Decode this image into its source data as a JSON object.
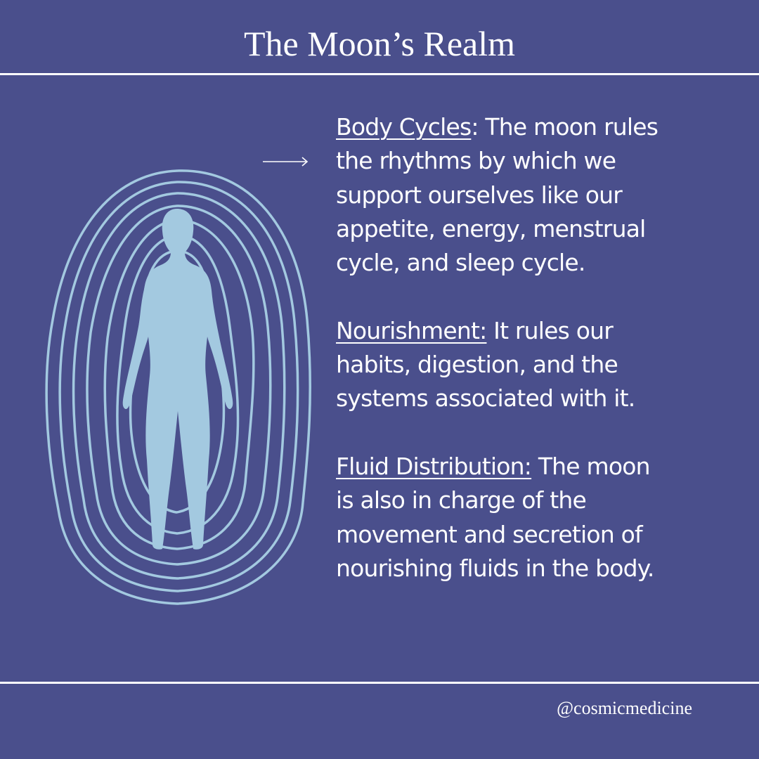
{
  "header": {
    "title": "The Moon’s Realm"
  },
  "sections": [
    {
      "heading": "Body Cycles",
      "text": ": The moon rules the rhythms by which we support ourselves like our appetite, energy, menstrual cycle, and sleep cycle."
    },
    {
      "heading": "Nourishment:",
      "text": " It rules our habits, digestion, and the systems associated with it."
    },
    {
      "heading": "Fluid Distribution:",
      "text": " The moon is also in charge of the movement and secretion of nourishing fluids in the body."
    }
  ],
  "footer": {
    "handle": "@cosmicmedicine"
  },
  "illustration": {
    "icon": "human-aura-icon",
    "arrow_icon": "arrow-right-icon"
  },
  "colors": {
    "background": "#4a4f8c",
    "text": "#ffffff",
    "figure": "#a3c9e0",
    "aura_lines": "#a3c9e0"
  }
}
